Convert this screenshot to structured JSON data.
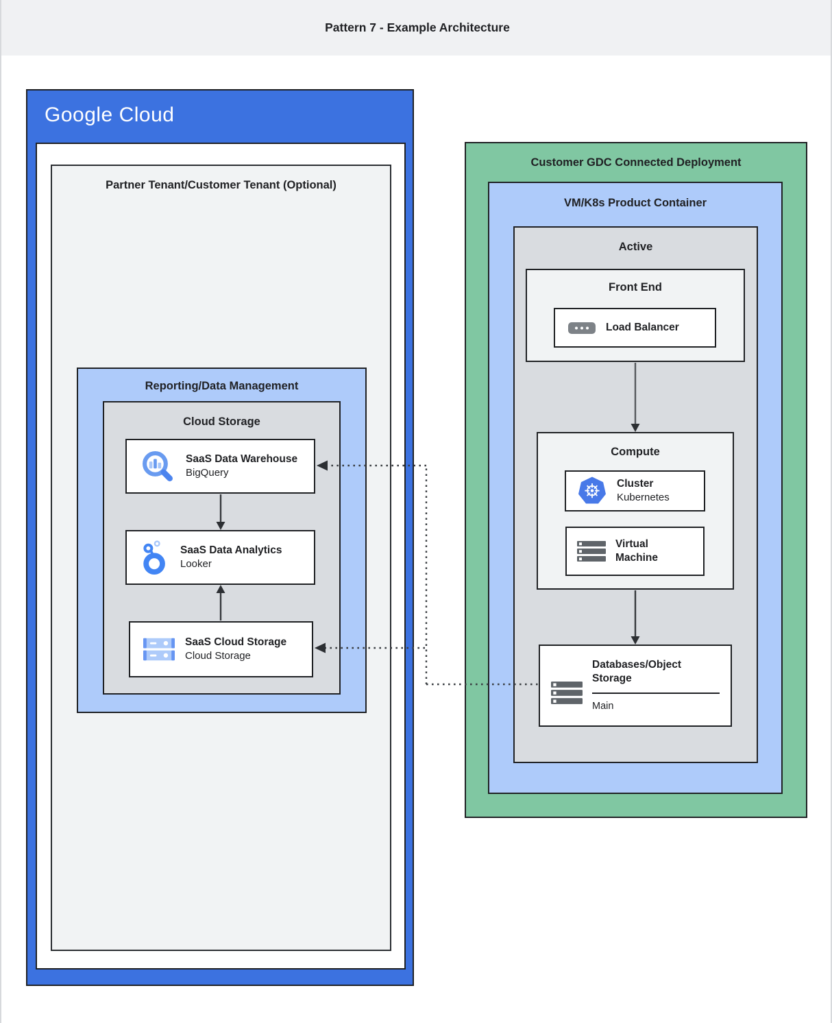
{
  "header": {
    "title": "Pattern 7 - Example Architecture"
  },
  "google_cloud": {
    "brand": "Google Cloud",
    "partner_tenant_label": "Partner Tenant/Customer Tenant (Optional)",
    "reporting_label": "Reporting/Data Management",
    "cloud_storage_group_label": "Cloud Storage",
    "warehouse": {
      "title": "SaaS Data Warehouse",
      "subtitle": "BigQuery",
      "icon": "bigquery-icon"
    },
    "analytics": {
      "title": "SaaS Data Analytics",
      "subtitle": "Looker",
      "icon": "looker-icon"
    },
    "storage": {
      "title": "SaaS Cloud Storage",
      "subtitle": "Cloud Storage",
      "icon": "cloud-storage-icon"
    }
  },
  "gdc": {
    "label": "Customer GDC Connected Deployment",
    "vmk8s_label": "VM/K8s Product Container",
    "active_label": "Active",
    "front_end": {
      "label": "Front End",
      "load_balancer": {
        "title": "Load Balancer",
        "icon": "load-balancer-icon"
      }
    },
    "compute": {
      "label": "Compute",
      "cluster": {
        "title": "Cluster",
        "subtitle": "Kubernetes",
        "icon": "kubernetes-icon"
      },
      "virtual_machine": {
        "title": "Virtual Machine",
        "icon": "virtual-machine-icon"
      }
    },
    "databases": {
      "title": "Databases/Object Storage",
      "subtitle": "Main",
      "icon": "object-storage-icon"
    }
  },
  "connections": {
    "solid": [
      "warehouse -> analytics",
      "storage -> analytics",
      "front-end -> compute",
      "compute -> databases"
    ],
    "dotted": [
      "databases -> warehouse",
      "databases -> storage"
    ]
  },
  "colors": {
    "google_blue_container": "#3c72e0",
    "light_blue_container": "#aecbfa",
    "green_container": "#80c7a2",
    "gray_container": "#d9dce0",
    "light_gray_container": "#f1f3f4",
    "header_bg": "#f0f1f3",
    "border_dark": "#1f2124",
    "icon_blue": "#4285f4",
    "icon_light_blue": "#a8c7fa",
    "icon_gray": "#6b6f73"
  }
}
